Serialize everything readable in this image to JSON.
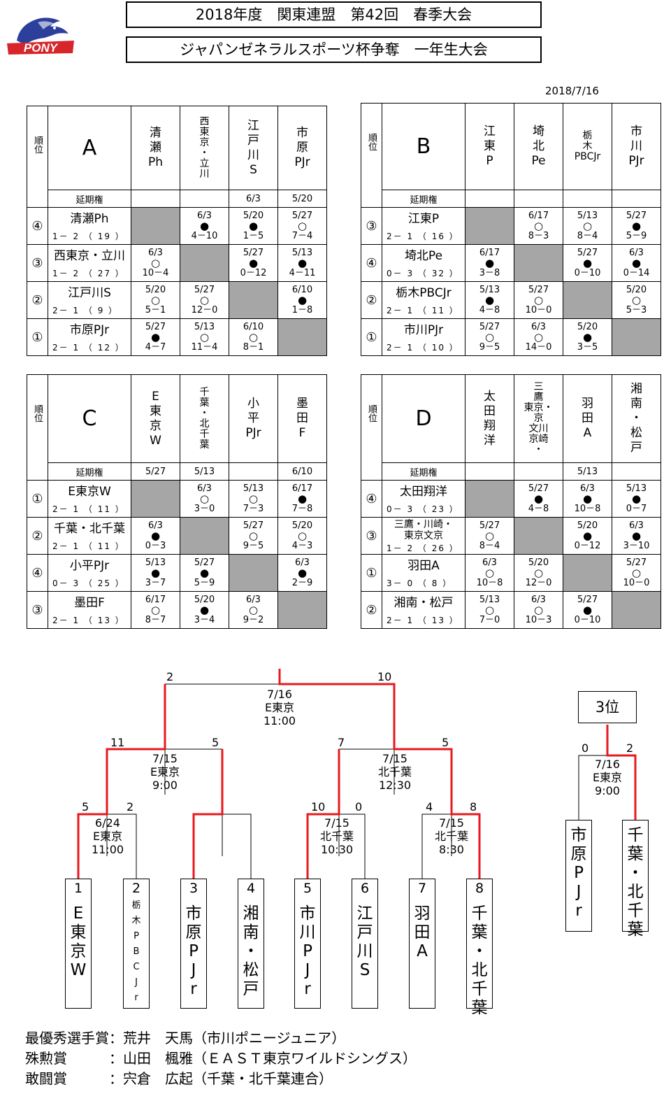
{
  "header": {
    "title1": "2018年度　関東連盟　第42回　春季大会",
    "title2": "ジャパンゼネラルスポーツ杯争奪　一年生大会",
    "date": "2018/7/16",
    "logo_text": "PONY"
  },
  "labels": {
    "rank": "順位",
    "ext": "延期権"
  },
  "groups": [
    {
      "letter": "A",
      "cols": [
        [
          "清",
          "瀬",
          "Ph"
        ],
        [
          "西",
          "東",
          "京",
          "・",
          "立",
          "川"
        ],
        [
          "江",
          "戸",
          "川",
          "S"
        ],
        [
          "市",
          "原",
          "PJr"
        ]
      ],
      "ext": [
        "",
        "",
        "6/3",
        "5/20"
      ],
      "rows": [
        {
          "rank": "④",
          "name": "清瀬Ph",
          "rec": "1－ 2 （ 19 ）",
          "cells": [
            null,
            [
              "6/3",
              "●",
              "4－10"
            ],
            [
              "5/20",
              "●",
              "1－5"
            ],
            [
              "5/27",
              "○",
              "7－4"
            ]
          ]
        },
        {
          "rank": "③",
          "name": "西東京・立川",
          "rec": "1－ 2 （ 27 ）",
          "cells": [
            [
              "6/3",
              "○",
              "10－4"
            ],
            null,
            [
              "5/27",
              "●",
              "0－12"
            ],
            [
              "5/13",
              "●",
              "4－11"
            ]
          ]
        },
        {
          "rank": "②",
          "name": "江戸川S",
          "rec": "2－ 1 （ 9 ）",
          "cells": [
            [
              "5/20",
              "○",
              "5－1"
            ],
            [
              "5/27",
              "○",
              "12－0"
            ],
            null,
            [
              "6/10",
              "●",
              "1－8"
            ]
          ]
        },
        {
          "rank": "①",
          "name": "市原PJr",
          "rec": "2－ 1 （ 12 ）",
          "cells": [
            [
              "5/27",
              "●",
              "4－7"
            ],
            [
              "5/13",
              "○",
              "11－4"
            ],
            [
              "6/10",
              "○",
              "8－1"
            ],
            null
          ]
        }
      ]
    },
    {
      "letter": "B",
      "cols": [
        [
          "江",
          "東",
          "P"
        ],
        [
          "埼",
          "北",
          "Pe"
        ],
        [
          "栃",
          "木",
          "PBCJr"
        ],
        [
          "市",
          "川",
          "PJr"
        ]
      ],
      "ext": [
        "",
        "",
        "",
        ""
      ],
      "rows": [
        {
          "rank": "③",
          "name": "江東P",
          "rec": "2－ 1 （ 16 ）",
          "cells": [
            null,
            [
              "6/17",
              "○",
              "8－3"
            ],
            [
              "5/13",
              "○",
              "8－4"
            ],
            [
              "5/27",
              "●",
              "5－9"
            ]
          ]
        },
        {
          "rank": "④",
          "name": "埼北Pe",
          "rec": "0－ 3 （ 32 ）",
          "cells": [
            [
              "6/17",
              "●",
              "3－8"
            ],
            null,
            [
              "5/27",
              "●",
              "0－10"
            ],
            [
              "6/3",
              "●",
              "0－14"
            ]
          ]
        },
        {
          "rank": "②",
          "name": "栃木PBCJr",
          "rec": "2－ 1 （ 11 ）",
          "cells": [
            [
              "5/13",
              "●",
              "4－8"
            ],
            [
              "5/27",
              "○",
              "10－0"
            ],
            null,
            [
              "5/20",
              "○",
              "5－3"
            ]
          ]
        },
        {
          "rank": "①",
          "name": "市川PJr",
          "rec": "2－ 1 （ 10 ）",
          "cells": [
            [
              "5/27",
              "○",
              "9－5"
            ],
            [
              "6/3",
              "○",
              "14－0"
            ],
            [
              "5/20",
              "●",
              "3－5"
            ],
            null
          ]
        }
      ]
    },
    {
      "letter": "C",
      "cols": [
        [
          "E",
          "東",
          "京",
          "W"
        ],
        [
          "千",
          "葉",
          "・",
          "北",
          "千",
          "葉"
        ],
        [
          "小",
          "平",
          "PJr"
        ],
        [
          "墨",
          "田",
          "F"
        ]
      ],
      "ext": [
        "5/27",
        "5/13",
        "",
        "6/10"
      ],
      "rows": [
        {
          "rank": "①",
          "name": "E東京W",
          "rec": "2－ 1 （ 11 ）",
          "cells": [
            null,
            [
              "6/3",
              "○",
              "3－0"
            ],
            [
              "5/13",
              "○",
              "7－3"
            ],
            [
              "6/17",
              "●",
              "7－8"
            ]
          ]
        },
        {
          "rank": "②",
          "name": "千葉・北千葉",
          "rec": "2－ 1 （ 11 ）",
          "cells": [
            [
              "6/3",
              "●",
              "0－3"
            ],
            null,
            [
              "5/27",
              "○",
              "9－5"
            ],
            [
              "5/20",
              "○",
              "4－3"
            ]
          ]
        },
        {
          "rank": "④",
          "name": "小平PJr",
          "rec": "0－ 3 （ 25 ）",
          "cells": [
            [
              "5/13",
              "●",
              "3－7"
            ],
            [
              "5/27",
              "●",
              "5－9"
            ],
            null,
            [
              "6/3",
              "●",
              "2－9"
            ]
          ]
        },
        {
          "rank": "③",
          "name": "墨田F",
          "rec": "2－ 1 （ 13 ）",
          "cells": [
            [
              "6/17",
              "○",
              "8－7"
            ],
            [
              "5/20",
              "●",
              "3－4"
            ],
            [
              "6/3",
              "○",
              "9－2"
            ],
            null
          ]
        }
      ]
    },
    {
      "letter": "D",
      "cols": [
        [
          "太",
          "田",
          "翔",
          "洋"
        ],
        [
          "三",
          "鷹",
          "東京・",
          "京",
          "文川",
          "京崎",
          "・"
        ],
        [
          "羽",
          "田",
          "A"
        ],
        [
          "湘",
          "南",
          "・",
          "松",
          "戸"
        ]
      ],
      "ext": [
        "",
        "",
        "5/13",
        ""
      ],
      "rows": [
        {
          "rank": "④",
          "name": "太田翔洋",
          "rec": "0－ 3 （ 23 ）",
          "cells": [
            null,
            [
              "5/27",
              "●",
              "4－8"
            ],
            [
              "6/3",
              "●",
              "10－8"
            ],
            [
              "5/13",
              "●",
              "0－7"
            ]
          ]
        },
        {
          "rank": "③",
          "name": "三鷹・川崎・",
          "name2": "東京文京",
          "rec": "1－ 2 （ 26 ）",
          "cells": [
            [
              "5/27",
              "○",
              "8－4"
            ],
            null,
            [
              "5/20",
              "●",
              "0－12"
            ],
            [
              "6/3",
              "●",
              "3－10"
            ]
          ]
        },
        {
          "rank": "①",
          "name": "羽田A",
          "rec": "3－ 0 （ 8 ）",
          "cells": [
            [
              "6/3",
              "○",
              "10－8"
            ],
            [
              "5/20",
              "○",
              "12－0"
            ],
            null,
            [
              "5/27",
              "○",
              "10－0"
            ]
          ]
        },
        {
          "rank": "②",
          "name": "湘南・松戸",
          "rec": "2－ 1 （ 13 ）",
          "cells": [
            [
              "5/13",
              "○",
              "7－0"
            ],
            [
              "6/3",
              "○",
              "10－3"
            ],
            [
              "5/27",
              "●",
              "0－10"
            ],
            null
          ]
        }
      ]
    }
  ],
  "bracket": {
    "final": {
      "date": "7/16",
      "venue": "E東京",
      "time": "11:00",
      "score_l": "2",
      "score_r": "10"
    },
    "semi_l": {
      "date": "7/15",
      "venue": "E東京",
      "time": "9:00",
      "score_l": "11",
      "score_r": "5"
    },
    "semi_r": {
      "date": "7/15",
      "venue": "北千葉",
      "time": "12:30",
      "score_l": "7",
      "score_r": "5"
    },
    "q1": {
      "date": "6/24",
      "venue": "E東京",
      "time": "11:00",
      "score_l": "5",
      "score_r": "2"
    },
    "q3": {
      "date": "7/15",
      "venue": "北千葉",
      "time": "10:30",
      "score_l": "10",
      "score_r": "0"
    },
    "q4": {
      "date": "7/15",
      "venue": "北千葉",
      "time": "8:30",
      "score_l": "4",
      "score_r": "8"
    },
    "third": {
      "title": "3位",
      "date": "7/16",
      "venue": "E東京",
      "time": "9:00",
      "score_l": "0",
      "score_r": "2"
    },
    "teams": [
      {
        "no": "1",
        "name": [
          "E",
          "東",
          "京",
          "W"
        ]
      },
      {
        "no": "2",
        "name": [
          "栃",
          "木",
          "P",
          "B",
          "C",
          "J",
          "r"
        ]
      },
      {
        "no": "3",
        "name": [
          "市",
          "原",
          "P",
          "J",
          "r"
        ]
      },
      {
        "no": "4",
        "name": [
          "湘",
          "南",
          "・",
          "松",
          "戸"
        ]
      },
      {
        "no": "5",
        "name": [
          "市",
          "川",
          "P",
          "J",
          "r"
        ]
      },
      {
        "no": "6",
        "name": [
          "江",
          "戸",
          "川",
          "S"
        ]
      },
      {
        "no": "7",
        "name": [
          "羽",
          "田",
          "A"
        ]
      },
      {
        "no": "8",
        "name": [
          "千",
          "葉",
          "・",
          "北",
          "千",
          "葉"
        ]
      }
    ],
    "third_teams": [
      {
        "name": [
          "市",
          "原",
          "P",
          "J",
          "r"
        ]
      },
      {
        "name": [
          "千",
          "葉",
          "・",
          "北",
          "千",
          "葉"
        ]
      }
    ]
  },
  "awards": [
    "最優秀選手賞：荒井　天馬（市川ポニージュニア）",
    "殊勲賞　　　：山田　楓雅（ＥＡＳＴ東京ワイルドシングス）",
    "敢闘賞　　　：宍倉　広起（千葉・北千葉連合）"
  ],
  "colors": {
    "winner_line": "#e8191c",
    "shade": "#a6a6a6",
    "logo_blue": "#2b3f9b",
    "logo_red": "#d7262b"
  }
}
